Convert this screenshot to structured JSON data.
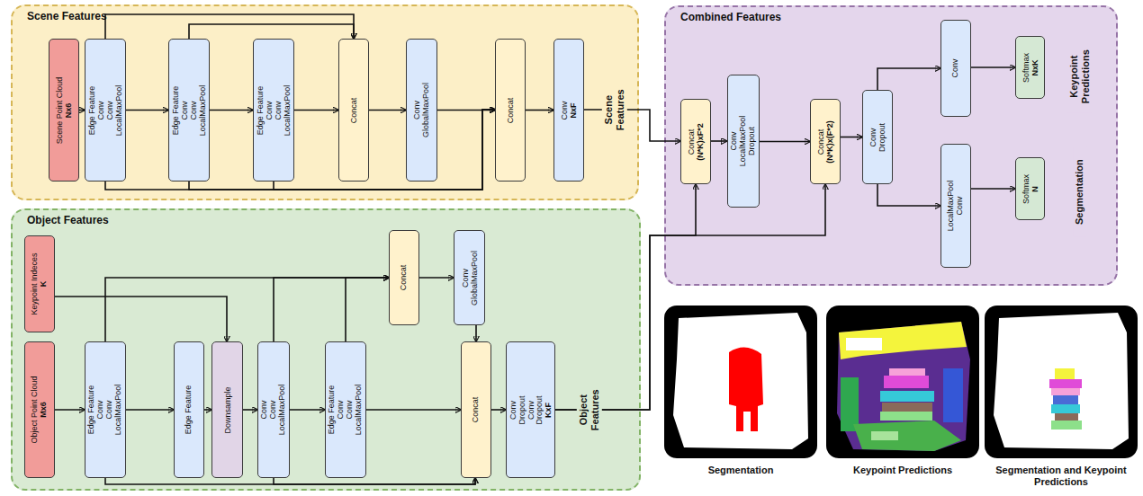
{
  "diagram": {
    "nodes": [
      {
        "text": [
          "Scene Features"
        ]
      },
      {
        "text": [
          "Scene Point Cloud",
          "Nx6"
        ],
        "in": 0
      },
      {
        "text": [
          "Edge Feature",
          "Conv",
          "Conv",
          "LocalMaxPool"
        ],
        "in": 0
      },
      {
        "text": [
          "Edge Feature",
          "Conv",
          "Conv",
          "LocalMaxPool"
        ],
        "in": 0
      },
      {
        "text": [
          "Edge Feature",
          "Conv",
          "Conv",
          "LocalMaxPool"
        ],
        "in": 0
      },
      {
        "text": [
          "Concat"
        ],
        "in": 0
      },
      {
        "text": [
          "Conv",
          "GlobalMaxPool"
        ],
        "in": 0
      },
      {
        "text": [
          "Concat"
        ],
        "in": 0
      },
      {
        "text": [
          "Conv",
          "NxF"
        ],
        "in": 0
      },
      {
        "text": [
          "Object Features"
        ]
      },
      {
        "text": [
          "Keypoint Indeces",
          "K"
        ],
        "in": 9
      },
      {
        "text": [
          "Object Point Cloud",
          "Mx6"
        ],
        "in": 9
      },
      {
        "text": [
          "Edge Feature",
          "Conv",
          "Conv",
          "LocalMaxPool"
        ],
        "in": 9
      },
      {
        "text": [
          "Edge Feature"
        ],
        "in": 9
      },
      {
        "text": [
          "Downsample"
        ],
        "in": 9
      },
      {
        "text": [
          "Conv",
          "Conv",
          "LocalMaxPool"
        ],
        "in": 9
      },
      {
        "text": [
          "Edge Feature",
          "Conv",
          "Conv",
          "LocalMaxPool"
        ],
        "in": 9
      },
      {
        "text": [
          "Concat"
        ],
        "in": 9
      },
      {
        "text": [
          "Conv",
          "GlobalMaxPool"
        ],
        "in": 9
      },
      {
        "text": [
          "Concat"
        ],
        "in": 9
      },
      {
        "text": [
          "Conv",
          "Dropout",
          "Conv",
          "Dropout",
          "KxF"
        ],
        "in": 9
      },
      {
        "text": [
          "Combined Features"
        ]
      },
      {
        "text": [
          "Concat",
          "(N*K)xF*2"
        ],
        "in": 21
      },
      {
        "text": [
          "Conv",
          "LocalMaxPool",
          "Dropout"
        ],
        "in": 21
      },
      {
        "text": [
          "Concat",
          "(N*K)x(F*2)"
        ],
        "in": 21
      },
      {
        "text": [
          "Conv",
          "Dropout"
        ],
        "in": 21
      },
      {
        "text": [
          "Conv"
        ],
        "in": 21
      },
      {
        "text": [
          "Softmax",
          "NxK"
        ],
        "in": 21
      },
      {
        "text": [
          "LocalMaxPool",
          "Conv"
        ],
        "in": 21
      },
      {
        "text": [
          "Softmax",
          "N"
        ],
        "in": 21
      }
    ],
    "edges": [
      {
        "from": 1,
        "to": 2,
        "arrow": "to"
      },
      {
        "from": 2,
        "to": 3,
        "arrow": "to"
      },
      {
        "from": 3,
        "to": 4,
        "arrow": "to"
      },
      {
        "from": 4,
        "to": 5,
        "arrow": "to"
      },
      {
        "from": 2,
        "to": 5,
        "arrow": "to"
      },
      {
        "from": 3,
        "to": 5,
        "arrow": "to"
      },
      {
        "from": 5,
        "to": 6,
        "arrow": "to"
      },
      {
        "from": 6,
        "to": 7,
        "arrow": "to"
      },
      {
        "from": 2,
        "to": 7,
        "arrow": "to"
      },
      {
        "from": 3,
        "to": 7,
        "arrow": "to"
      },
      {
        "from": 4,
        "to": 7,
        "arrow": "to"
      },
      {
        "from": 7,
        "to": 8,
        "arrow": "to"
      },
      {
        "from": 8,
        "to": 22,
        "arrow": "to"
      },
      {
        "from": 11,
        "to": 12,
        "arrow": "to"
      },
      {
        "from": 12,
        "to": 13,
        "arrow": "to"
      },
      {
        "from": 13,
        "to": 14,
        "arrow": "to"
      },
      {
        "from": 10,
        "to": 14,
        "arrow": "to"
      },
      {
        "from": 14,
        "to": 15,
        "arrow": "to"
      },
      {
        "from": 15,
        "to": 16,
        "arrow": "to"
      },
      {
        "from": 12,
        "to": 17,
        "arrow": "to"
      },
      {
        "from": 15,
        "to": 17,
        "arrow": "to"
      },
      {
        "from": 16,
        "to": 17,
        "arrow": "to"
      },
      {
        "from": 17,
        "to": 18,
        "arrow": "to"
      },
      {
        "from": 18,
        "to": 19,
        "arrow": "to"
      },
      {
        "from": 16,
        "to": 19,
        "arrow": "to"
      },
      {
        "from": 12,
        "to": 19,
        "arrow": "to"
      },
      {
        "from": 15,
        "to": 19,
        "arrow": "to"
      },
      {
        "from": 19,
        "to": 20,
        "arrow": "to"
      },
      {
        "from": 20,
        "to": 22,
        "arrow": "to"
      },
      {
        "from": 20,
        "to": 24,
        "arrow": "to"
      },
      {
        "from": 22,
        "to": 23,
        "arrow": "to"
      },
      {
        "from": 23,
        "to": 24,
        "arrow": "to"
      },
      {
        "from": 24,
        "to": 25,
        "arrow": "to"
      },
      {
        "from": 25,
        "to": 26,
        "arrow": "to"
      },
      {
        "from": 26,
        "to": 27,
        "arrow": "to"
      },
      {
        "from": 25,
        "to": 28,
        "arrow": "to"
      },
      {
        "from": 28,
        "to": 29,
        "arrow": "to"
      }
    ],
    "labels": [
      "Scene Features",
      "Object Features",
      "Keypoint Predictions",
      "Segmentation",
      "Segmentation",
      "Keypoint Predictions",
      "Segmentation and Keypoint Predictions"
    ]
  }
}
